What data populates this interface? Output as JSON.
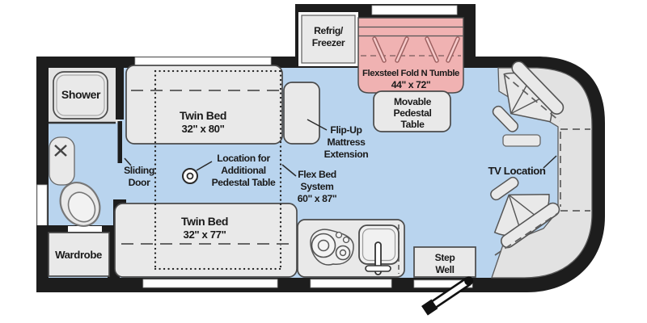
{
  "colors": {
    "wall": "#1d1d1d",
    "floor": "#b9d4ee",
    "furniture": "#e9e9e9",
    "outline": "#4a4a4a",
    "cab": "#e2e2e2",
    "sofa": "#f0b2b2",
    "sofa_accent": "#9c6060",
    "sofa_fill": "#f6caca",
    "text": "#1a1a1a",
    "window": "#ffffff"
  },
  "rooms": {
    "shower": "Shower",
    "wardrobe": "Wardrobe",
    "step_well": [
      "Step",
      "Well"
    ],
    "refrigerator": [
      "Refrig/",
      "Freezer"
    ]
  },
  "furniture": {
    "twin_bed_top": [
      "Twin Bed",
      "32\" x 80\""
    ],
    "twin_bed_bottom": [
      "Twin Bed",
      "32\" x 77\""
    ],
    "sofa": [
      "Flexsteel Fold N Tumble",
      "44\" x 72\""
    ],
    "movable_table": [
      "Movable",
      "Pedestal",
      "Table"
    ]
  },
  "annotations": {
    "flip_up": [
      "Flip-Up",
      "Mattress",
      "Extension"
    ],
    "flex_bed": [
      "Flex Bed",
      "System",
      "60\" x 87\""
    ],
    "pedestal_location": [
      "Location for",
      "Additional",
      "Pedestal Table"
    ],
    "sliding_door": [
      "Sliding",
      "Door"
    ],
    "tv_location": "TV Location"
  }
}
